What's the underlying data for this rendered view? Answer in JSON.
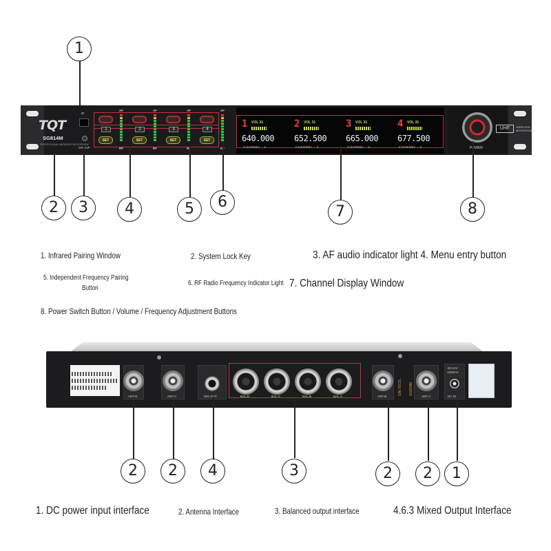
{
  "front_panel": {
    "brand": "TQT",
    "model": "SG814M",
    "small_text": "PROFESSIONAL WIRELESS MICROPHONE",
    "ir_label": "IR",
    "group_label": "GROUP",
    "af_label": "AF",
    "rf_label": "RF",
    "set_label": "SET",
    "pair_numbers": [
      "1",
      "2",
      "3",
      "4"
    ],
    "power_label": "POWER",
    "uhf_label": "UHF",
    "wireless_label_1": "WIRELESS",
    "wireless_label_2": "MICROPHONE",
    "channels": [
      {
        "num": "1",
        "vol": "VOL 31",
        "freq": "640.000",
        "label": "CHANNEL - 1"
      },
      {
        "num": "2",
        "vol": "VOL 31",
        "freq": "652.500",
        "label": "CHANNEL - 2"
      },
      {
        "num": "3",
        "vol": "VOL 31",
        "freq": "665.000",
        "label": "CHANNEL - 3"
      },
      {
        "num": "4",
        "vol": "VOL 31",
        "freq": "677.500",
        "label": "CHANNEL - 4"
      }
    ]
  },
  "front_callouts": [
    "1",
    "2",
    "3",
    "4",
    "5",
    "6",
    "7",
    "8"
  ],
  "front_labels": {
    "l1": "1. Infrared Pairing Window",
    "l2": "2. System Lock Key",
    "l3": "3. AF audio indicator light 4. Menu entry button",
    "l5a": "5. Independent Frequency Pairing",
    "l5b": "Button",
    "l6": "6. RF Radio Frequency Indicator Light",
    "l7": "7. Channel Display Window",
    "l8": "8. Power Switch Button / Volume / Frequency Adjustment Buttons"
  },
  "rear_panel": {
    "ant_labels": [
      "ANT-D",
      "ANT-C",
      "ANT-B",
      "ANT-A"
    ],
    "mix_label": "MIX OUT",
    "bal_labels": [
      "BAL-D",
      "BAL-C",
      "BAL-B",
      "BAL-A"
    ],
    "dc_label": "DC IN",
    "dc_spec_1": "DC12V",
    "dc_spec_2": "1000mA",
    "serial": "S/N:79723...",
    "model_vertical": "SG814M"
  },
  "rear_callouts": [
    "2",
    "2",
    "4",
    "3",
    "2",
    "2",
    "1"
  ],
  "rear_labels": {
    "r1": "1. DC power input interface",
    "r2": "2. Antenna Interface",
    "r3": "3. Balanced output interface",
    "r4": "4.6.3 Mixed Output Interface"
  },
  "colors": {
    "highlight_red": "#d7263d",
    "panel_black": "#1b1b1d",
    "led_green": "#3fbf4a",
    "display_freq": "#e6f3ff",
    "channel_red": "#e8423b"
  }
}
